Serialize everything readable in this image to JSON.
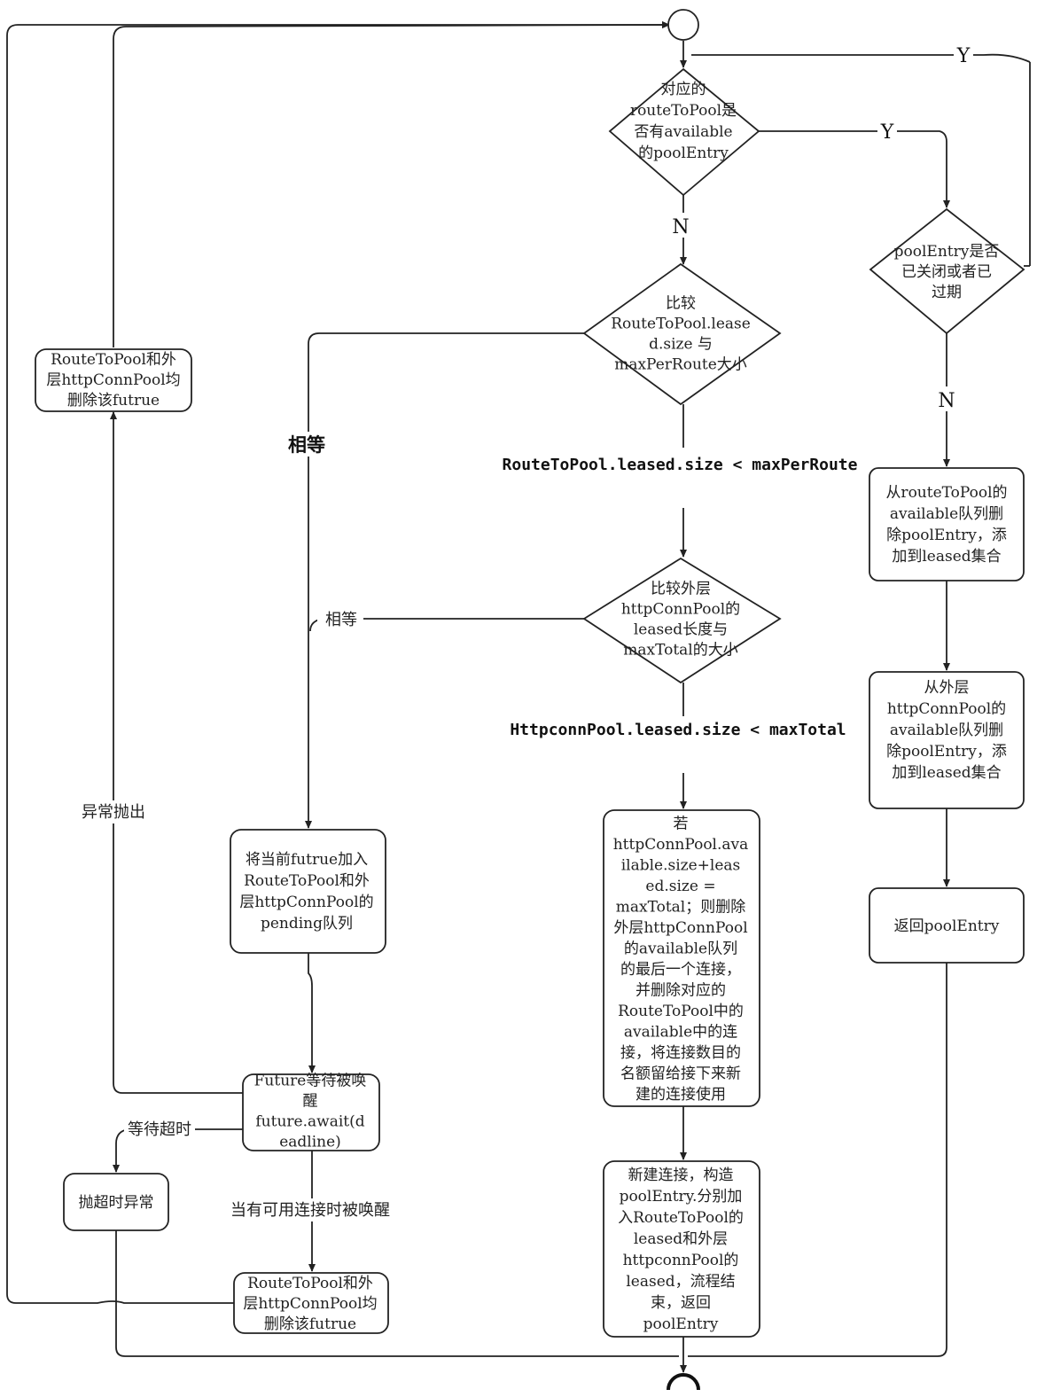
{
  "nodes": {
    "check_available": [
      "对应的",
      "routeToPool是",
      "否有available",
      "的poolEntry"
    ],
    "check_closed": [
      "poolEntry是否",
      "已关闭或者已",
      "过期"
    ],
    "compare_route": [
      "比较",
      "RouteToPool.lease",
      "d.size 与",
      "maxPerRoute大小"
    ],
    "compare_total": [
      "比较外层",
      "httpConnPool的",
      "leased长度与",
      "maxTotal的大小"
    ],
    "remove_from_route": [
      "从routeToPool的",
      "available队列删",
      "除poolEntry，添",
      "加到leased集合"
    ],
    "remove_from_outer": [
      "从外层",
      "httpConnPool的",
      "available队列删",
      "除poolEntry，添",
      "加到leased集合"
    ],
    "return_entry": [
      "返回poolEntry"
    ],
    "delete_last": [
      "若",
      "httpConnPool.ava",
      "ilable.size+leas",
      "ed.size =",
      "maxTotal；则删除",
      "外层httpConnPool",
      "的available队列",
      "的最后一个连接，",
      "并删除对应的",
      "RouteToPool中的",
      "available中的连",
      "接，将连接数目的",
      "名额留给接下来新",
      "建的连接使用"
    ],
    "create_new": [
      "新建连接，构造",
      "poolEntry.分别加",
      "入RouteToPool的",
      "leased和外层",
      "httpconnPool的",
      "leased，流程结",
      "束，返回",
      "poolEntry"
    ],
    "add_pending": [
      "将当前futrue加入",
      "RouteToPool和外",
      "层httpConnPool的",
      "pending队列"
    ],
    "await_future": [
      "Future等待被唤",
      "醒",
      "future.await(d",
      "eadline)"
    ],
    "remove_future_bottom": [
      "RouteToPool和外",
      "层httpConnPool均",
      "删除该futrue"
    ],
    "remove_future_left": [
      "RouteToPool和外",
      "层httpConnPool均",
      "删除该futrue"
    ],
    "timeout_exception": [
      "抛超时异常"
    ]
  },
  "edge_labels": {
    "yes_top": "Y",
    "yes_mid": "Y",
    "no_available": "N",
    "no_closed": "N",
    "equal_route": "相等",
    "equal_total": "相等",
    "route_less": "RouteToPool.leased.size < maxPerRoute",
    "total_less": "HttpconnPool.leased.size < maxTotal",
    "exception_thrown": "异常抛出",
    "wait_timeout": "等待超时",
    "woken_available": "当有可用连接时被唤醒"
  }
}
